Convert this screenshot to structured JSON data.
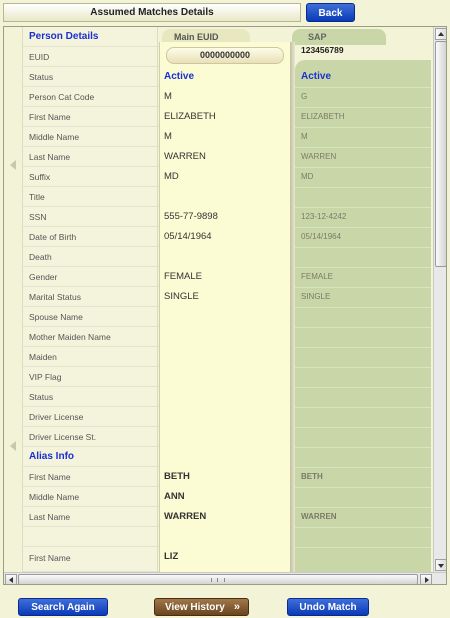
{
  "header": {
    "title": "Assumed Matches Details",
    "back_label": "Back"
  },
  "tabs": {
    "main": "Main EUID",
    "sap": "SAP"
  },
  "main_euid": "0000000000",
  "sap_euid": "123456789",
  "person_section": "Person Details",
  "alias_section": "Alias Info",
  "person_rows": [
    {
      "label": "EUID",
      "main": "",
      "sap": ""
    },
    {
      "label": "Status",
      "main": "Active",
      "sap": "Active"
    },
    {
      "label": "Person Cat Code",
      "main": "M",
      "sap": "G"
    },
    {
      "label": "First Name",
      "main": "ELIZABETH",
      "sap": "ELIZABETH"
    },
    {
      "label": "Middle Name",
      "main": "M",
      "sap": "M"
    },
    {
      "label": "Last Name",
      "main": "WARREN",
      "sap": "WARREN"
    },
    {
      "label": "Suffix",
      "main": "MD",
      "sap": "MD"
    },
    {
      "label": "Title",
      "main": "",
      "sap": ""
    },
    {
      "label": "SSN",
      "main": "555-77-9898",
      "sap": "123-12-4242"
    },
    {
      "label": "Date of Birth",
      "main": "05/14/1964",
      "sap": "05/14/1964"
    },
    {
      "label": "Death",
      "main": "",
      "sap": ""
    },
    {
      "label": "Gender",
      "main": "FEMALE",
      "sap": "FEMALE"
    },
    {
      "label": "Marital Status",
      "main": "SINGLE",
      "sap": "SINGLE"
    },
    {
      "label": "Spouse Name",
      "main": "",
      "sap": ""
    },
    {
      "label": "Mother Maiden Name",
      "main": "",
      "sap": ""
    },
    {
      "label": "Maiden",
      "main": "",
      "sap": ""
    },
    {
      "label": "VIP Flag",
      "main": "",
      "sap": ""
    },
    {
      "label": "Status",
      "main": "",
      "sap": ""
    },
    {
      "label": "Driver License",
      "main": "",
      "sap": ""
    },
    {
      "label": "Driver License St.",
      "main": "",
      "sap": ""
    }
  ],
  "alias_rows": [
    {
      "label": "First Name",
      "main": "BETH",
      "sap": "BETH"
    },
    {
      "label": "Middle Name",
      "main": "ANN",
      "sap": ""
    },
    {
      "label": "Last Name",
      "main": "WARREN",
      "sap": "WARREN"
    },
    {
      "label": "",
      "main": "",
      "sap": ""
    },
    {
      "label": "First Name",
      "main": "LIZ",
      "sap": ""
    }
  ],
  "footer": {
    "search_again": "Search Again",
    "view_history": "View History",
    "undo_match": "Undo Match",
    "view_history_chevron": "»"
  },
  "colors": {
    "accent_blue": "#1a2fd0",
    "button_blue": "#0a3ab8",
    "button_brown": "#6a4420",
    "sap_column": "#c9d7a8",
    "main_column": "#fbfbd4"
  }
}
